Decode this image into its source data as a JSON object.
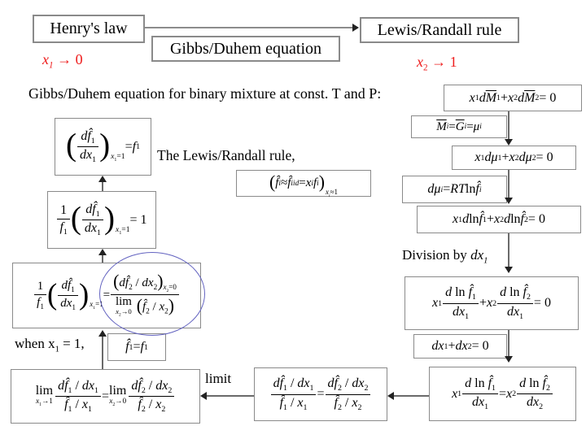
{
  "palette": {
    "box_border": "#8a8a8a",
    "arrow_shaft": "#6a6a6a",
    "arrow_head": "#222222",
    "red_text": "#ee1c1c",
    "ellipse_stroke": "#6363c0",
    "bg": "#ffffff",
    "ink": "#000000"
  },
  "top": {
    "henry_label": "Henry's law",
    "gibbs_duhem_label": "Gibbs/Duhem equation",
    "lewis_randall_label": "Lewis/Randall rule",
    "x1_limit_html": "<i>x</i><sub><i>1</i></sub> → 0",
    "x2_limit_html": "<i>x</i><sub>2</sub> → 1"
  },
  "header_text": "Gibbs/Duhem equation for binary mixture at const. T and P:",
  "labels": {
    "lewis_rule_text": "The Lewis/Randall rule,",
    "division_html": "Division by <i>dx</i><sub><i>1</i></sub>",
    "limit_text": "limit",
    "when_html": "when x<sub>1</sub> = 1,"
  },
  "equations": {
    "gd_binary": "<i>x</i><sub>1</sub><i>d</i><i class='ov'>M</i><sub>1</sub> + <i>x</i><sub>2</sub><i>d</i><i class='ov'>M</i><sub>2</sub> = 0",
    "potential_identity": "<i class='ov'>M</i><sub><i>i</i></sub> = <i class='ov'>G</i><sub><i>i</i></sub> = <i>μ</i><sub><i>i</i></sub>",
    "gd_mu": "<i>x</i><sub>1</sub><i>dμ</i><sub>1</sub> + <i>x</i><sub>2</sub><i>dμ</i><sub>2</sub> = 0",
    "dmu_rt": "<i>dμ</i><sub><i>i</i></sub> = <i>RT</i> ln <i>f̂</i><sub><i>i</i></sub>",
    "gd_fugacity": "<i>x</i><sub>1</sub><i>d</i> ln <i>f̂</i><sub>1</sub> + <i>x</i><sub>2</sub><i>d</i> ln <i>f̂</i><sub>2</sub> = 0",
    "derivative_sum": "<i>x</i><sub>1</sub> <span class='fr'><span class='nu'><i>d</i> ln <i>f̂</i><sub>1</sub></span><span class='de'><i>dx</i><sub>1</sub></span></span> + <i>x</i><sub>2</sub> <span class='fr'><span class='nu'><i>d</i> ln <i>f̂</i><sub>2</sub></span><span class='de'><i>dx</i><sub>1</sub></span></span> = 0",
    "dx_sum": "<i>dx</i><sub>1</sub> + <i>dx</i><sub>2</sub> = 0",
    "derivative_equality": "<i>x</i><sub>1</sub> <span class='fr'><span class='nu'><i>d</i> ln <i>f̂</i><sub>1</sub></span><span class='de'><i>dx</i><sub>1</sub></span></span> = <i>x</i><sub>2</sub> <span class='fr'><span class='nu'><i>d</i> ln <i>f̂</i><sub>2</sub></span><span class='de'><i>dx</i><sub>2</sub></span></span>",
    "fugacity_ratio": "<span class='fr'><span class='nu'><i>df̂</i><sub>1</sub> / <i>dx</i><sub>1</sub></span><span class='de'><i>f̂</i><sub>1</sub> / <i>x</i><sub>1</sub></span></span> = <span class='fr'><span class='nu'><i>df̂</i><sub>2</sub> / <i>dx</i><sub>2</sub></span><span class='de'><i>f̂</i><sub>2</sub> / <i>x</i><sub>2</sub></span></span>",
    "limit_ratio": "<span class='lm'>lim<span class='ls'><i>x</i><sub>1</sub>→1</span></span><span class='fr'><span class='nu'><i>df̂</i><sub>1</sub> / <i>dx</i><sub>1</sub></span><span class='de'><i>f̂</i><sub>1</sub> / <i>x</i><sub>1</sub></span></span> = <span class='lm'>lim<span class='ls'><i>x</i><sub>2</sub>→0</span></span><span class='fr'><span class='nu'><i>df̂</i><sub>2</sub> / <i>dx</i><sub>2</sub></span><span class='de'><i>f̂</i><sub>2</sub> / <i>x</i><sub>2</sub></span></span>",
    "fugacity_pure": "<i>f̂</i><sub>1</sub> = <i>f</i><sub>1</sub>",
    "circled_ratio": "<span class='fr'><span class='nu'>1</span><span class='de'><i>f</i><sub>1</sub></span></span><span class='bp2'>(</span><span class='fr'><span class='nu'><i>df̂</i><sub>1</sub></span><span class='de'><i>dx</i><sub>1</sub></span></span><span class='bp2'>)</span><span class='cnd'><i>x</i><sub>1</sub>=1</span> = <span class='fr'><span class='nu'><span class='bp'>(</span><i>df̂</i><sub>2</sub> / <i>dx</i><sub>2</sub><span class='bp'>)</span><span class='cnd2'><i>x</i><sub>2</sub>=0</span></span><span class='de'><span class='lm'>lim<span class='ls'><i>x</i><sub>2</sub>→0</span></span> <span class='bp'>(</span><i>f̂</i><sub>2</sub> / <i>x</i><sub>2</sub><span class='bp'>)</span></span></span>",
    "unity": "<span class='fr'><span class='nu'>1</span><span class='de'><i>f</i><sub>1</sub></span></span><span class='bp2'>(</span><span class='fr'><span class='nu'><i>df̂</i><sub>1</sub></span><span class='de'><i>dx</i><sub>1</sub></span></span><span class='bp2'>)</span><span class='cnd'><i>x</i><sub>1</sub>=1</span> = 1",
    "lr_derivative": "<span class='bp2'>(</span><span class='fr'><span class='nu'><i>df̂</i><sub>1</sub></span><span class='de'><i>dx</i><sub>1</sub></span></span><span class='bp2'>)</span><span class='cnd'><i>x</i><sub>1</sub>=1</span> = <i>f</i><sub>1</sub>",
    "lr_rule": "<span class='bp'>(</span><i>f̂</i><sub><i>i</i></sub> ≈ <i>f̂</i><sub><i>i</i></sub><sup><i>id</i></sup> = <i>x</i><sub><i>i</i></sub> <i>f</i><sub><i>i</i></sub><span class='bp'>)</span><span class='cnd'><i>x</i><sub><i>i</i></sub>≈1</span>"
  }
}
